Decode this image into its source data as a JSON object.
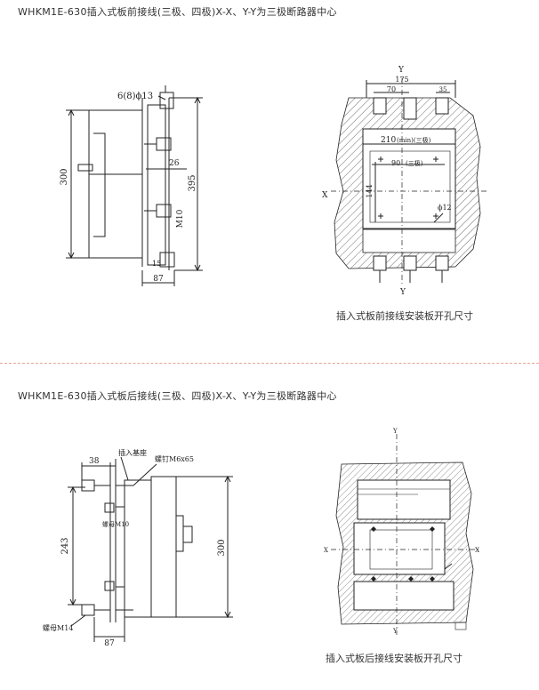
{
  "section1": {
    "heading": "WHKM1E-630插入式板前接线(三极、四极)X-X、Y-Y为三极断路器中心",
    "caption": "插入式板前接线安装板开孔尺寸",
    "side_view": {
      "screw_label": "6(8)ϕ13",
      "dim_height": "300",
      "dim_total_height": "395",
      "dim_26": "26",
      "dim_m10": "M10",
      "dim_15": "15",
      "dim_depth": "87"
    },
    "cutout": {
      "axis_y": "Y",
      "axis_x": "X",
      "dim_175": "175",
      "dim_70": "70",
      "dim_35": "35",
      "dim_210": "210",
      "note_210": "(min)(三极)",
      "dim_90": "90",
      "note_90": "(三极)",
      "dim_144": "144",
      "dim_hole": "ϕ12"
    }
  },
  "section2": {
    "heading": "WHKM1E-630插入式板后接线(三极、四极)X-X、Y-Y为三极断路器中心",
    "caption": "插入式板后接线安装板开孔尺寸",
    "side_view": {
      "dim_38": "38",
      "label_base": "插入基座",
      "label_screw": "螺钉M6x65",
      "label_nut10": "螺母M10",
      "dim_243": "243",
      "dim_300": "300",
      "label_nut14": "螺母M14",
      "dim_87": "87"
    },
    "cutout": {
      "axis_y": "Y",
      "axis_x": "X"
    }
  }
}
